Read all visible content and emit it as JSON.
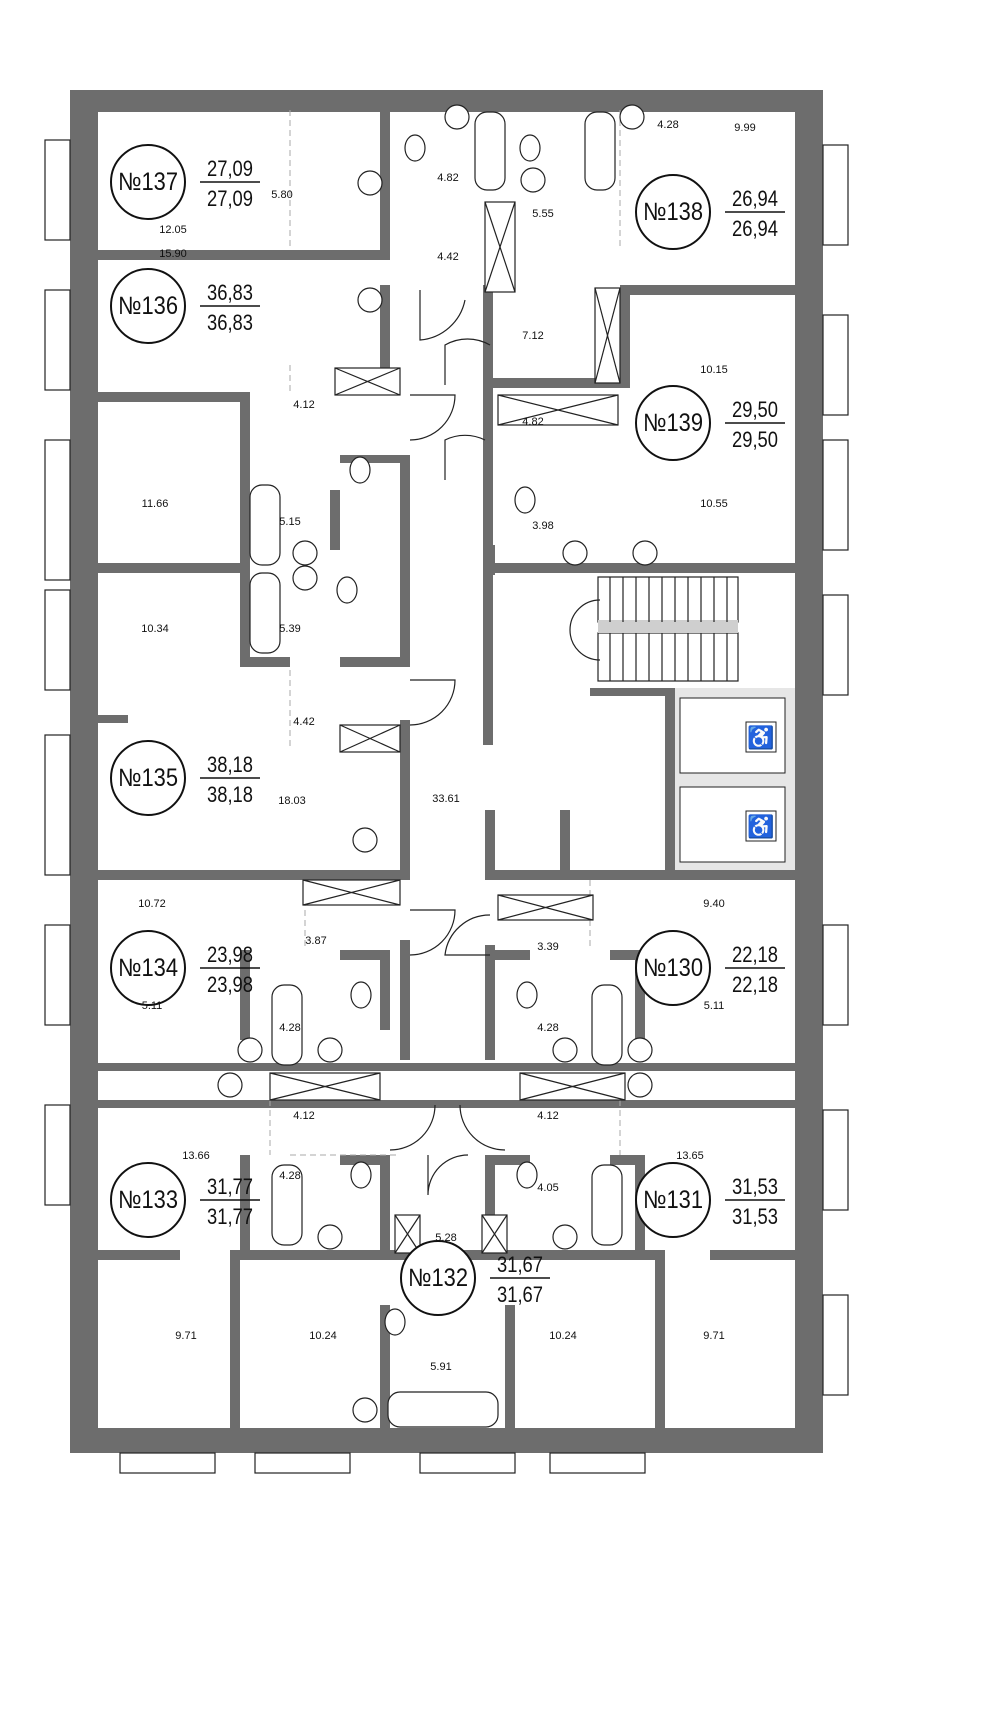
{
  "plan": {
    "wall_color": "#6d6d6d",
    "elevator_area_color": "#e6e6e6",
    "accessibility_icon": "wheelchair-icon",
    "units": [
      {
        "number": "№137",
        "area_total": "27,09",
        "area_living": "27,09"
      },
      {
        "number": "№138",
        "area_total": "26,94",
        "area_living": "26,94"
      },
      {
        "number": "№136",
        "area_total": "36,83",
        "area_living": "36,83"
      },
      {
        "number": "№139",
        "area_total": "29,50",
        "area_living": "29,50"
      },
      {
        "number": "№135",
        "area_total": "38,18",
        "area_living": "38,18"
      },
      {
        "number": "№134",
        "area_total": "23,98",
        "area_living": "23,98"
      },
      {
        "number": "№130",
        "area_total": "22,18",
        "area_living": "22,18"
      },
      {
        "number": "№133",
        "area_total": "31,77",
        "area_living": "31,77"
      },
      {
        "number": "№131",
        "area_total": "31,53",
        "area_living": "31,53"
      },
      {
        "number": "№132",
        "area_total": "31,67",
        "area_living": "31,67"
      }
    ],
    "rooms": [
      "12.05",
      "5.80",
      "4.82",
      "5.55",
      "4.28",
      "9.99",
      "4.42",
      "15.90",
      "7.12",
      "10.15",
      "4.12",
      "4.82",
      "11.66",
      "5.15",
      "3.98",
      "10.55",
      "10.34",
      "5.39",
      "4.42",
      "33.61",
      "18.03",
      "10.72",
      "9.40",
      "3.87",
      "3.39",
      "5.11",
      "4.28",
      "4.28",
      "5.11",
      "4.12",
      "4.12",
      "13.66",
      "13.65",
      "4.28",
      "4.05",
      "5.28",
      "9.71",
      "10.24",
      "5.91",
      "10.24",
      "9.71"
    ]
  }
}
